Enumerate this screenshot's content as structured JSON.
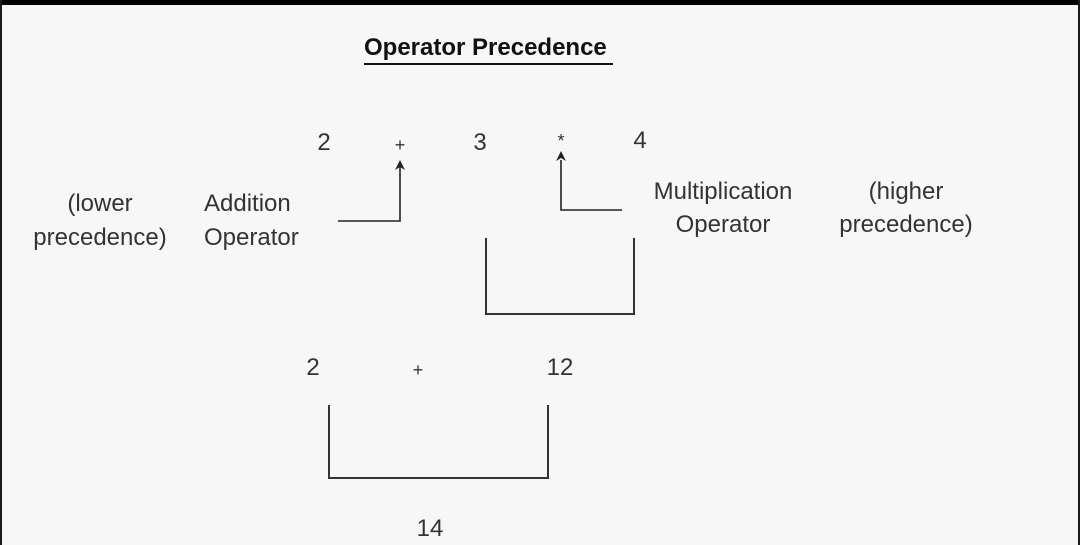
{
  "title": "Operator Precedence ",
  "expression": {
    "operand_1": "2",
    "operator_1": "+",
    "operand_2": "3",
    "operator_2": "*",
    "operand_3": "4"
  },
  "labels": {
    "lower_line1": "(lower",
    "lower_line2": "precedence)",
    "addition_line1": "Addition",
    "addition_line2": "Operator",
    "multiplication_line1": "Multiplication",
    "multiplication_line2": "Operator",
    "higher_line1": "(higher",
    "higher_line2": "precedence)"
  },
  "step_2": {
    "operand_1": "2",
    "operator": "+",
    "operand_2": "12"
  },
  "result": "14",
  "colors": {
    "background": "#f7f7f7",
    "text": "#333333",
    "lines": "#333333",
    "frame": "#000000"
  }
}
